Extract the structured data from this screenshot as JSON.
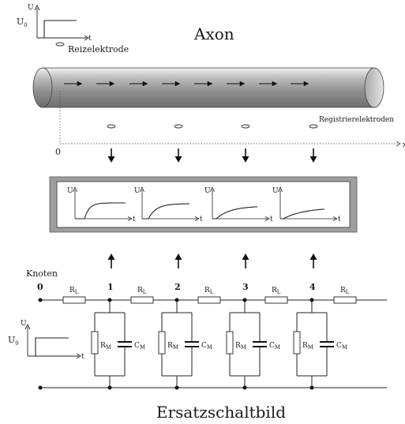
{
  "top_title": "Axon",
  "bottom_title": "Ersatzschaltbild",
  "stimulus": {
    "y_axis": "U",
    "x_axis": "t",
    "level_label": "U",
    "level_sub": "0",
    "electrode_label": "Reizelektrode"
  },
  "recording_label": "Registrierelektroden",
  "axis_origin": "0",
  "axis_end": "x",
  "responses": [
    {
      "y_axis": "U",
      "x_axis": "t"
    },
    {
      "y_axis": "U",
      "x_axis": "t"
    },
    {
      "y_axis": "U",
      "x_axis": "t"
    },
    {
      "y_axis": "U",
      "x_axis": "t"
    }
  ],
  "circuit": {
    "nodes_label": "Knoten",
    "node_numbers": [
      "0",
      "1",
      "2",
      "3",
      "4"
    ],
    "resistor_symbol": "R",
    "resistor_sub": "L",
    "membrane_r_symbol": "R",
    "membrane_r_sub": "M",
    "membrane_c_symbol": "C",
    "membrane_c_sub": "M",
    "input": {
      "y_axis": "U",
      "x_axis": "t",
      "level_label": "U",
      "level_sub": "0"
    }
  }
}
